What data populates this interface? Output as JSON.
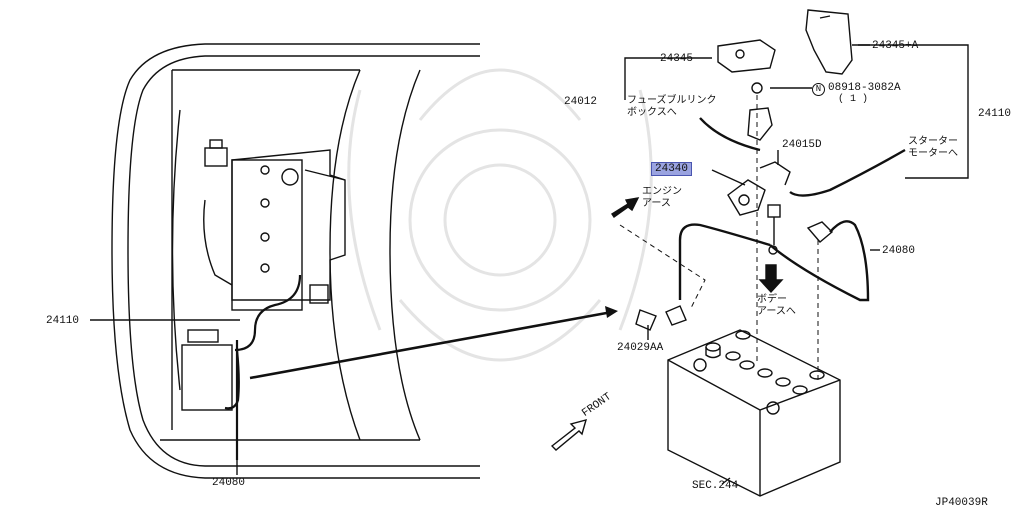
{
  "diagram_id": "JP40039R",
  "parts": {
    "p24345": "24345",
    "p24345A": "24345+A",
    "p24012": "24012",
    "p24012_note_1": "フューズブルリンク",
    "p24012_note_2": "ボックスへ",
    "bolt_circle": "N",
    "bolt_number": "08918-3082A",
    "bolt_qty": "( 1 )",
    "p24110_right": "24110",
    "starter_note_1": "スターター",
    "starter_note_2": "モーターへ",
    "p24015D": "24015D",
    "p24340": "24340",
    "engine_earth_1": "エンジン",
    "engine_earth_2": "アース",
    "p24080_right": "24080",
    "body_earth_1": "ボデー",
    "body_earth_2": "アースへ",
    "p24029AA": "24029AA",
    "p24110_left": "24110",
    "p24080_bottom": "24080",
    "front_label": "FRONT",
    "sec_label": "SEC.244"
  }
}
